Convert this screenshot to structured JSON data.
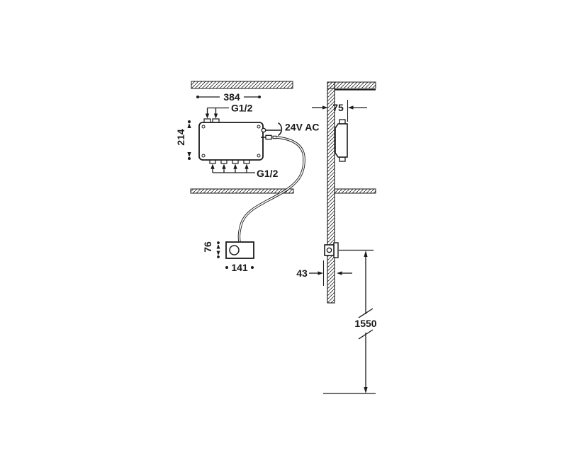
{
  "diagram": {
    "type": "installation-dimension-drawing",
    "control_box_front": {
      "width": "384",
      "height": "214",
      "top_ports_label": "G1/2",
      "bottom_ports_label": "G1/2",
      "power_label": "24V AC"
    },
    "control_box_side": {
      "depth": "75"
    },
    "control_panel_front": {
      "height": "76",
      "width": "141"
    },
    "control_panel_side": {
      "depth": "43",
      "mounting_height": "1550"
    }
  },
  "colors": {
    "line": "#1a1a1a",
    "background": "#ffffff"
  }
}
